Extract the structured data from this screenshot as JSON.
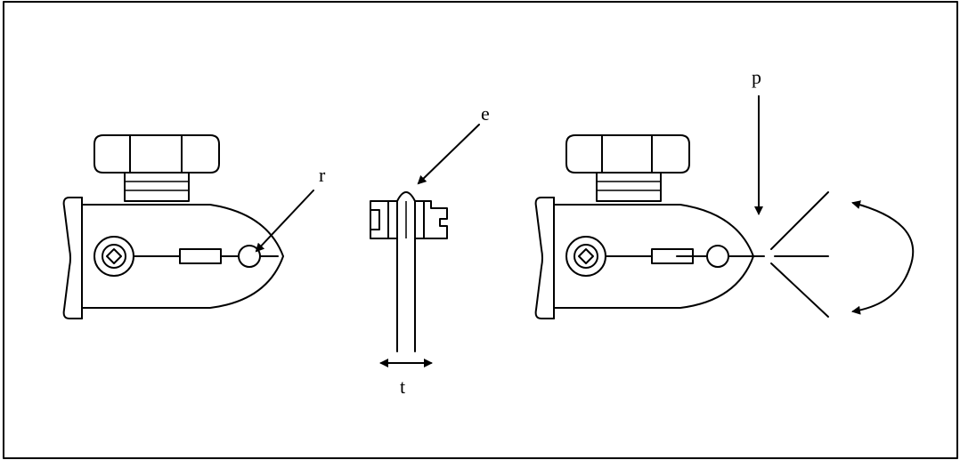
{
  "labels": {
    "r": "r",
    "e": "e",
    "t": "t",
    "p": "p"
  },
  "colors": {
    "line": "#000000",
    "background": "#ffffff"
  }
}
